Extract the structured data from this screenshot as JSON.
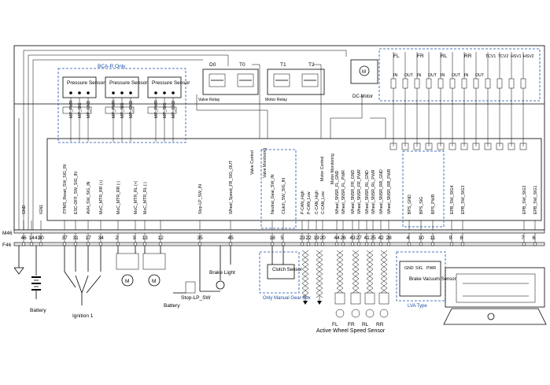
{
  "connectors": {
    "top": "M46",
    "bottom": "F46"
  },
  "module": {
    "bca_group_label": "BCA-R Only",
    "pressure_sensor_label": "Pressure Sensor",
    "sensor_pins": [
      "MP_PWR",
      "MP_SIG",
      "MP_GND"
    ],
    "relays": [
      "D0",
      "T0",
      "T1",
      "T2"
    ],
    "valve_relay_label": "Valve Relay",
    "motor_relay_label": "Motor Relay",
    "dc_motor_label": "DC-Motor",
    "valve_headers": [
      "FL",
      "FR",
      "RL",
      "RR"
    ],
    "in_label": "IN",
    "out_label": "OUT",
    "tc_labels": [
      "TCV1",
      "TCV2",
      "HSV1",
      "HSV2"
    ]
  },
  "mid_labels": {
    "valve_control": "Valve Control",
    "valve_monitoring": "Valve Monitoring",
    "motor_control": "Motor Control",
    "motor_monitoring": "Motor Monitoring"
  },
  "terminals": [
    {
      "label": "GND",
      "pin": "46"
    },
    {
      "label": "",
      "pin": "14"
    },
    {
      "label": "IGN1",
      "pin": "30"
    },
    {
      "label": "iTPMS_Reset_SW_SIG_IN",
      "pin": "37"
    },
    {
      "label": "ESC-OFF_SW_SIG_IN",
      "pin": "31"
    },
    {
      "label": "AVH_SW_SIG_IN",
      "pin": "17"
    },
    {
      "label": "MoC_MTR_RR (+)",
      "pin": "34"
    },
    {
      "label": "MoC_MTR_RR (-)",
      "pin": "2"
    },
    {
      "label": "MoC_MTR_RL (+)",
      "pin": "3"
    },
    {
      "label": "MoC_MTR_RL (-)",
      "pin": "13"
    },
    {
      "label": "",
      "pin": "12"
    },
    {
      "label": "Stop-LP_SW_IN",
      "pin": "35"
    },
    {
      "label": "Wheel_Speed_FR_SIG_OUT",
      "pin": "45"
    },
    {
      "label": "Neutral_Gear_SW_IN",
      "pin": "18"
    },
    {
      "label": "Clutch_SW_SIG_IN",
      "pin": "5"
    },
    {
      "label": "P-CAN_High",
      "pin": "23"
    },
    {
      "label": "P-CAN_Low",
      "pin": "22"
    },
    {
      "label": "C-CAN_High",
      "pin": "19"
    },
    {
      "label": "C-CAN_Low",
      "pin": "20"
    },
    {
      "label": "Wheel_SNSR_FL_GND",
      "pin": "44"
    },
    {
      "label": "Wheel_SNSR_FL_PWR",
      "pin": "26"
    },
    {
      "label": "Wheel_SNSR_FR_GND",
      "pin": "43"
    },
    {
      "label": "Wheel_SNSR_FR_PWR",
      "pin": "27"
    },
    {
      "label": "Wheel_SNSR_RL_GND",
      "pin": "41"
    },
    {
      "label": "Wheel_SNSR_RL_PWR",
      "pin": "25"
    },
    {
      "label": "Wheel_SNSR_RR_GND",
      "pin": "42"
    },
    {
      "label": "Wheel_SNSR_RR_PWR",
      "pin": "28"
    },
    {
      "label": "BPS_GND",
      "pin": "4"
    },
    {
      "label": "BPS_SIG",
      "pin": "10"
    },
    {
      "label": "BPS_PWR",
      "pin": "11"
    },
    {
      "label": "EPB_SW_SIG4",
      "pin": "9"
    },
    {
      "label": "EPB_SW_SIG3",
      "pin": "8"
    },
    {
      "label": "EPB_SW_SIG2",
      "pin": "7"
    },
    {
      "label": "EPB_SW_SIG1",
      "pin": "6"
    }
  ],
  "extras": {
    "pin_41": "41"
  },
  "components": {
    "battery": "Battery",
    "ignition": "Ignition 1",
    "brake_light": "Brake Light",
    "stop_lp_sw": "Stop-LP_SW",
    "battery2": "Battery",
    "clutch_sensor": "Clutch Sensor",
    "only_manual": "Only Manual Gear Box",
    "wheel_letters": [
      "FL",
      "FR",
      "RL",
      "RR"
    ],
    "active_wheel": "Active Wheel Speed Sensor",
    "bvs_pins": [
      "GND",
      "SIG",
      "PWR"
    ],
    "brake_vacuum": "Brake Vacuum Sensor",
    "lva_type": "LVA Type"
  }
}
